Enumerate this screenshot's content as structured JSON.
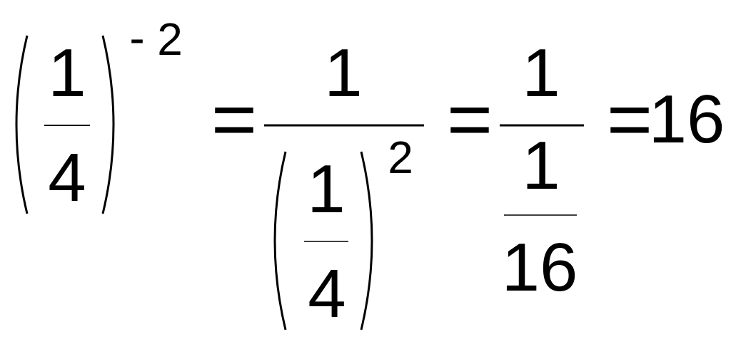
{
  "equation": {
    "term1": {
      "numerator": "1",
      "denominator": "4",
      "exponent_sign": "-",
      "exponent": "2"
    },
    "eq1": "=",
    "term2": {
      "numerator": "1",
      "inner_numerator": "1",
      "inner_denominator": "4",
      "exponent": "2"
    },
    "eq2": "=",
    "term3": {
      "numerator": "1",
      "inner_numerator": "1",
      "inner_denominator": "16"
    },
    "eq3": "=",
    "result": "16"
  }
}
